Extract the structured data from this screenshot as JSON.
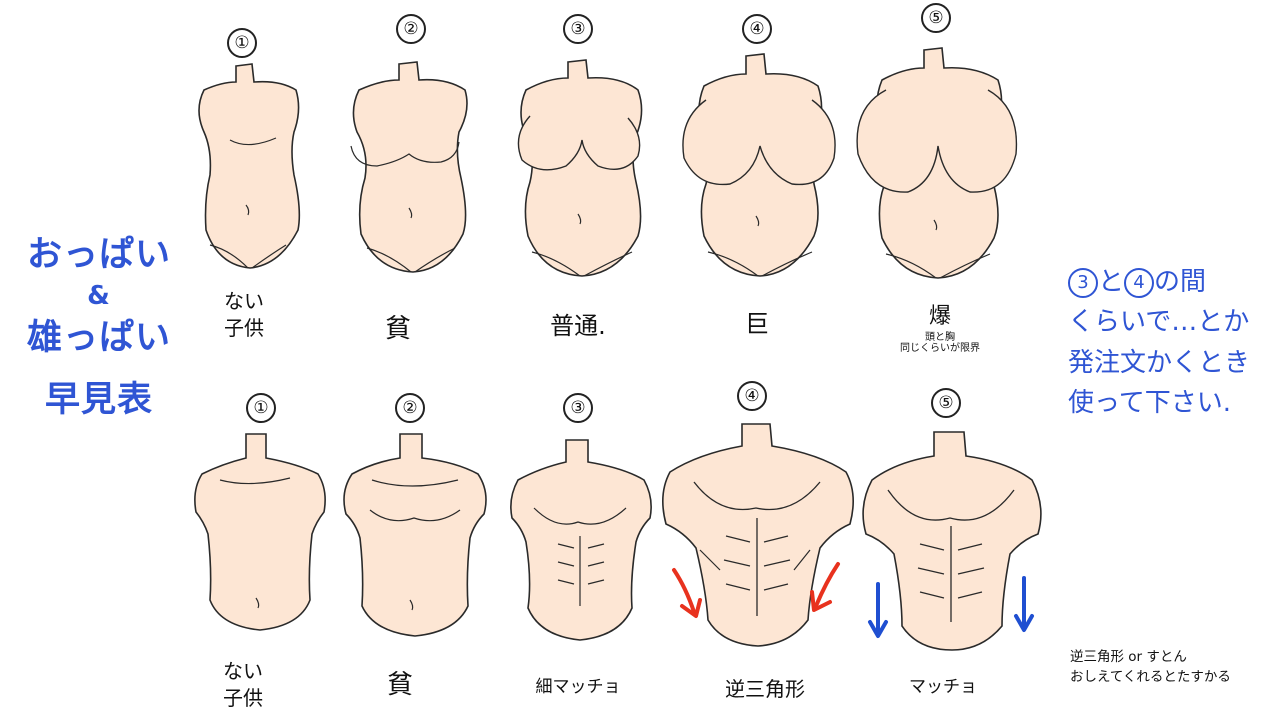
{
  "title": {
    "line1": "おっぱい",
    "line2": "&",
    "line3": "雄っぱい",
    "line4": "早見表"
  },
  "female": {
    "numbers": [
      "①",
      "②",
      "③",
      "④",
      "⑤"
    ],
    "labels": [
      {
        "line1": "ない",
        "line2": "子供"
      },
      {
        "line1": "貧"
      },
      {
        "line1": "普通."
      },
      {
        "line1": "巨"
      },
      {
        "line1": "爆",
        "sub1": "頭と胸",
        "sub2": "同じくらいが限界"
      }
    ]
  },
  "male": {
    "numbers": [
      "①",
      "②",
      "③",
      "④",
      "⑤"
    ],
    "labels": [
      {
        "line1": "ない",
        "line2": "子供"
      },
      {
        "line1": "貧"
      },
      {
        "line1": "細マッチョ"
      },
      {
        "line1": "逆三角形"
      },
      {
        "line1": "マッチョ"
      }
    ]
  },
  "note_right": {
    "c3": "3",
    "to": "と",
    "c4": "4",
    "rest1": "の間",
    "line2": "くらいで…とか",
    "line3": "発注文かくとき",
    "line4": "使って下さい."
  },
  "note_bottom": {
    "line1": "逆三角形 or すとん",
    "line2": "おしえてくれるとたすかる"
  },
  "colors": {
    "skin": "#fde6d4",
    "line": "#2a2a2a",
    "blue": "#2f55d4",
    "arrow_red": "#e8321e",
    "arrow_blue": "#1f4fd1"
  }
}
